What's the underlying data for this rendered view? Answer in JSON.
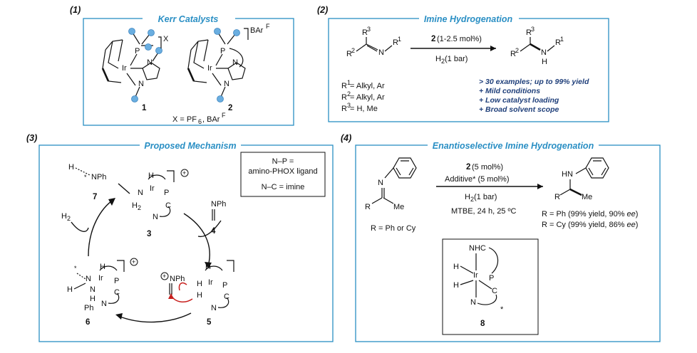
{
  "panels": {
    "p1": {
      "number": "(1)",
      "title": "Kerr Catalysts",
      "counter_x": "X",
      "counter_barf": "BAr",
      "counter_barf_sup": "F",
      "label_1": "1",
      "label_2": "2",
      "x_def": "X = PF",
      "x_def_sub": "6",
      "x_def_tail": ", BAr",
      "x_def_sup": "F"
    },
    "p2": {
      "number": "(2)",
      "title": "Imine Hydrogenation",
      "cond_cat": "2",
      "cond_load": " (1-2.5 mol%)",
      "cond_h2": "H",
      "cond_h2_sub": "2",
      "cond_h2_tail": " (1 bar)",
      "r1": "R",
      "r1_sup": "1",
      "r1_tail": " = Alkyl, Ar",
      "r2": "R",
      "r2_sup": "2",
      "r2_tail": " = Alkyl, Ar",
      "r3": "R",
      "r3_sup": "3",
      "r3_tail": " = H, Me",
      "bullets": [
        "> 30 examples; up to 99% yield",
        "+ Mild conditions",
        "+ Low catalyst loading",
        "+ Broad solvent scope"
      ]
    },
    "p3": {
      "number": "(3)",
      "title": "Proposed Mechanism",
      "legend_np": "N–P =",
      "legend_np_def": "amino-PHOX ligand",
      "legend_nc": "N–C = imine",
      "labels": [
        "3",
        "4",
        "5",
        "6",
        "7"
      ],
      "h2": "H",
      "h2_sub": "2",
      "nph": "NPh"
    },
    "p4": {
      "number": "(4)",
      "title": "Enantioselective Imine Hydrogenation",
      "cond_cat": "2",
      "cond_cat_tail": " (5 mol%)",
      "cond_add": "Additive* (5 mol%)",
      "cond_h2": "H",
      "cond_h2_sub": "2",
      "cond_h2_tail": " (1 bar)",
      "cond_solvent": "MTBE, 24 h, 25 ºC",
      "r_def": "R = Ph or Cy",
      "result_ph_a": "R = Ph (99% yield, 90% ",
      "result_ph_ee": "ee",
      "result_ph_b": ")",
      "result_cy_a": "R = Cy (99% yield, 86% ",
      "result_cy_ee": "ee",
      "result_cy_b": ")",
      "label_8": "8"
    }
  }
}
